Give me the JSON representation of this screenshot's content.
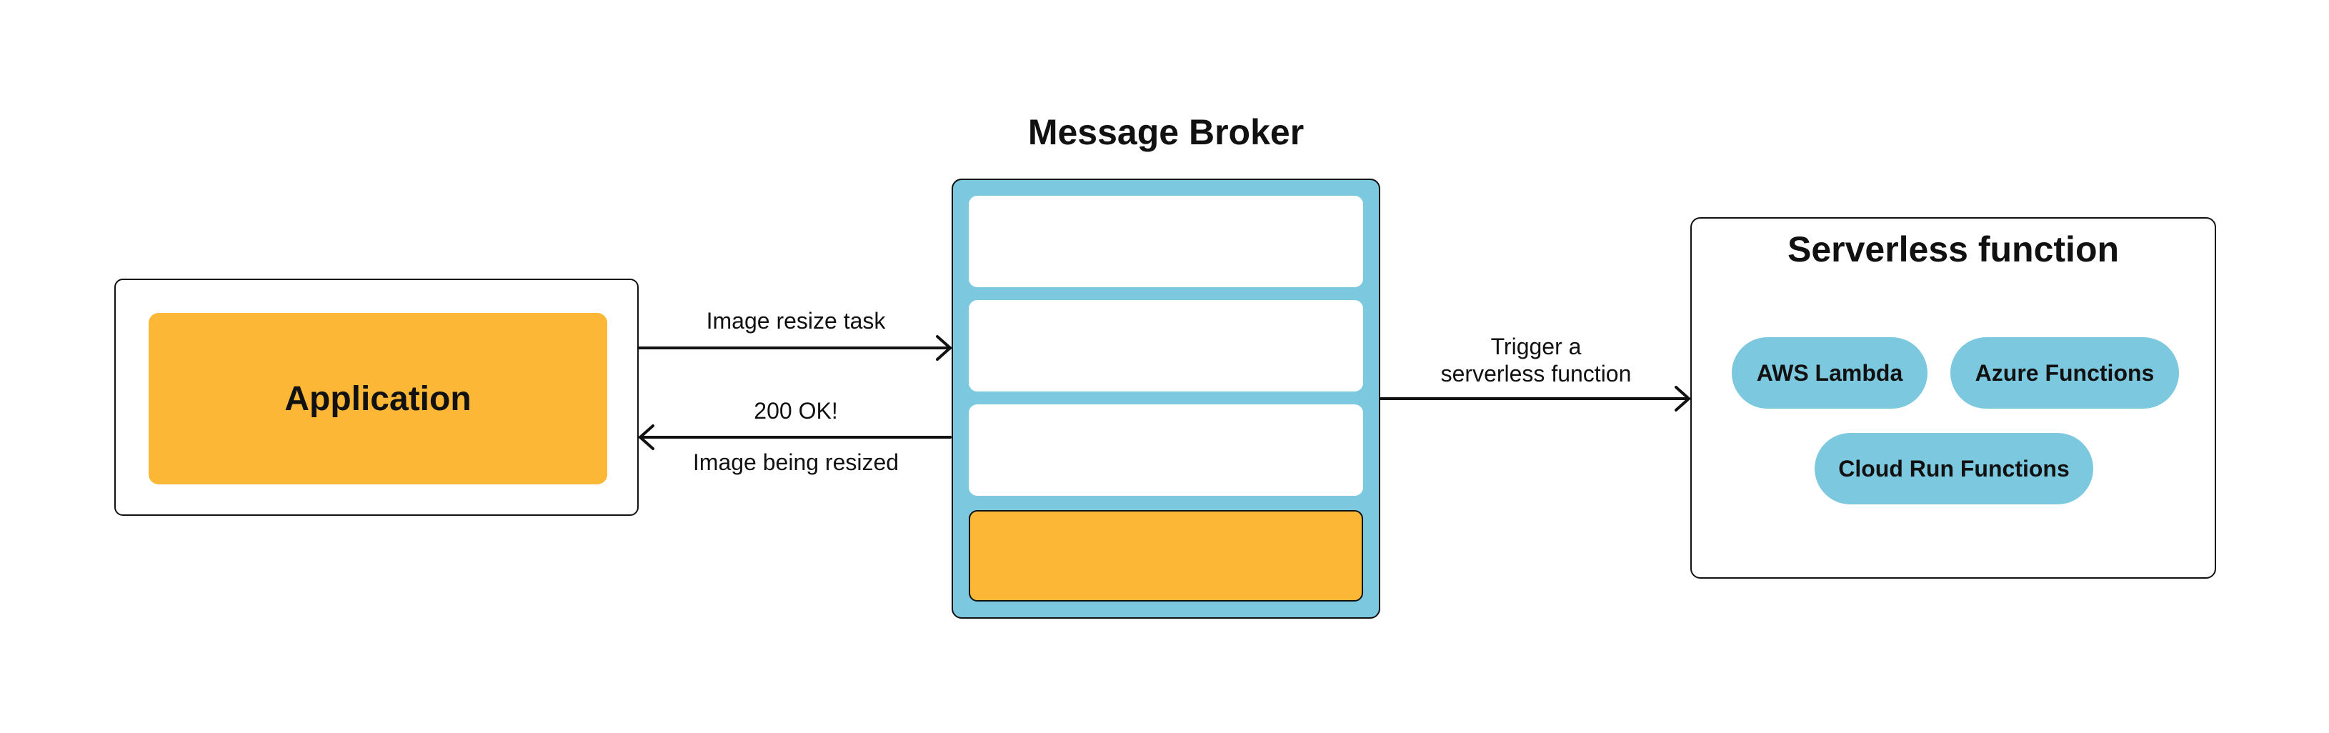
{
  "application": {
    "label": "Application"
  },
  "broker": {
    "title": "Message Broker",
    "queue_slot_count": 4
  },
  "serverless": {
    "title": "Serverless function",
    "providers": [
      "AWS Lambda",
      "Azure Functions",
      "Cloud Run Functions"
    ]
  },
  "edges": {
    "request_label": "Image resize task",
    "response_label_1": "200 OK!",
    "response_label_2": "Image being resized",
    "trigger_label_1": "Trigger a",
    "trigger_label_2": "serverless function"
  },
  "colors": {
    "accent_orange": "#FBB735",
    "accent_blue": "#7CC8DF",
    "stroke": "#111111",
    "empty_slot": "#FFFFFF"
  }
}
